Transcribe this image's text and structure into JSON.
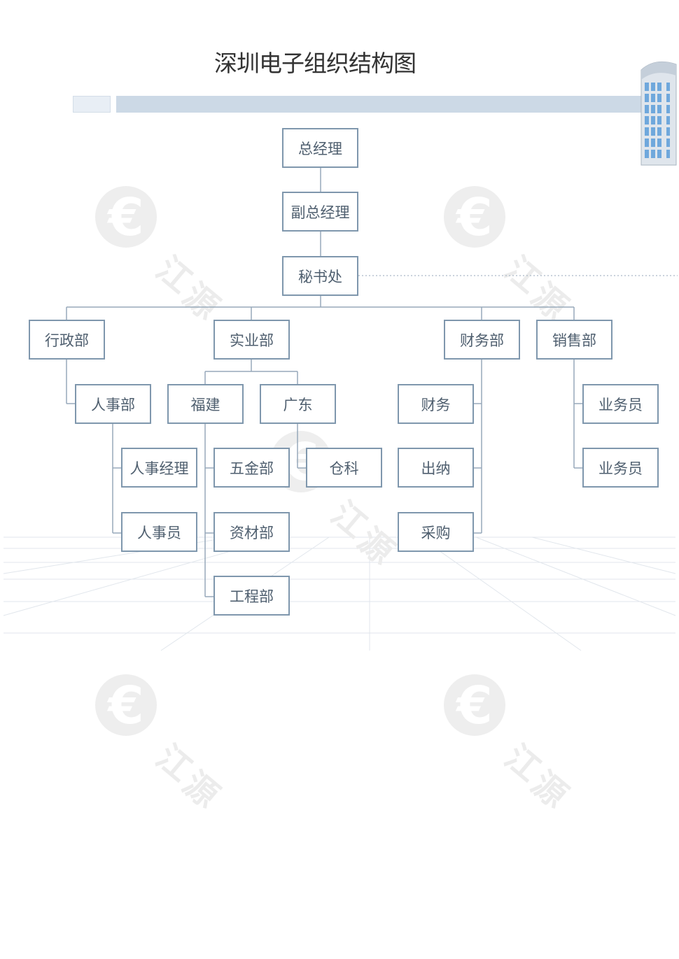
{
  "title": "深圳电子组织结构图",
  "watermark_text": "江源",
  "colors": {
    "box_border": "#7f97ad",
    "box_text": "#4f5f6f",
    "band": "#ccd9e6",
    "connector": "#97a9ba"
  },
  "nodes": {
    "ceo": "总经理",
    "vp": "副总经理",
    "secretariat": "秘书处",
    "admin": "行政部",
    "industry": "实业部",
    "finance_dept": "财务部",
    "sales": "销售部",
    "hr": "人事部",
    "fujian": "福建",
    "guangdong": "广东",
    "hr_manager": "人事经理",
    "hr_staff": "人事员",
    "hardware": "五金部",
    "materials": "资材部",
    "engineering": "工程部",
    "warehouse": "仓科",
    "finance": "财务",
    "cashier": "出纳",
    "purchasing": "采购",
    "salesperson_1": "业务员",
    "salesperson_2": "业务员"
  }
}
